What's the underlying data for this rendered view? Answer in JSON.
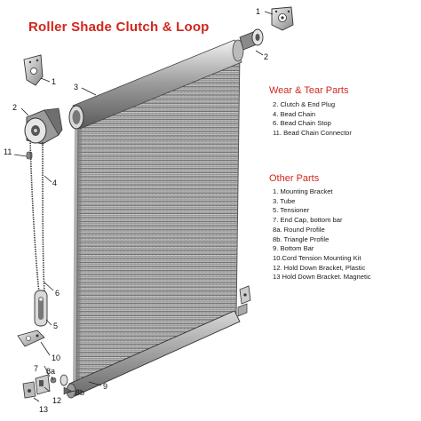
{
  "title": "Roller Shade Clutch & Loop",
  "wear_tear": {
    "heading": "Wear & Tear Parts",
    "items": [
      "2. Clutch & End Plug",
      "4. Bead Chain",
      "6. Bead Chain Stop",
      "11. Bead Chain Connector"
    ]
  },
  "other_parts": {
    "heading": "Other Parts",
    "items": [
      "1. Mounting Bracket",
      "3. Tube",
      "5. Tensioner",
      "7. End Cap, bottom bar",
      "8a. Round Profile",
      "8b. Triangle Profile",
      "9. Bottom Bar",
      "10.Cord Tension Mounting Kit",
      "12. Hold Down Bracket, Plastic",
      "13  Hold Down Bracket. Magnetic"
    ]
  },
  "callouts": {
    "c1_top": "1",
    "c2_top": "2",
    "c3": "3",
    "c1_left": "1",
    "c2_left": "2",
    "c11": "11",
    "c4": "4",
    "c6": "6",
    "c5": "5",
    "c10": "10",
    "c7": "7",
    "c8a": "8a",
    "c12": "12",
    "c13": "13",
    "c8b": "8b",
    "c9": "9"
  }
}
